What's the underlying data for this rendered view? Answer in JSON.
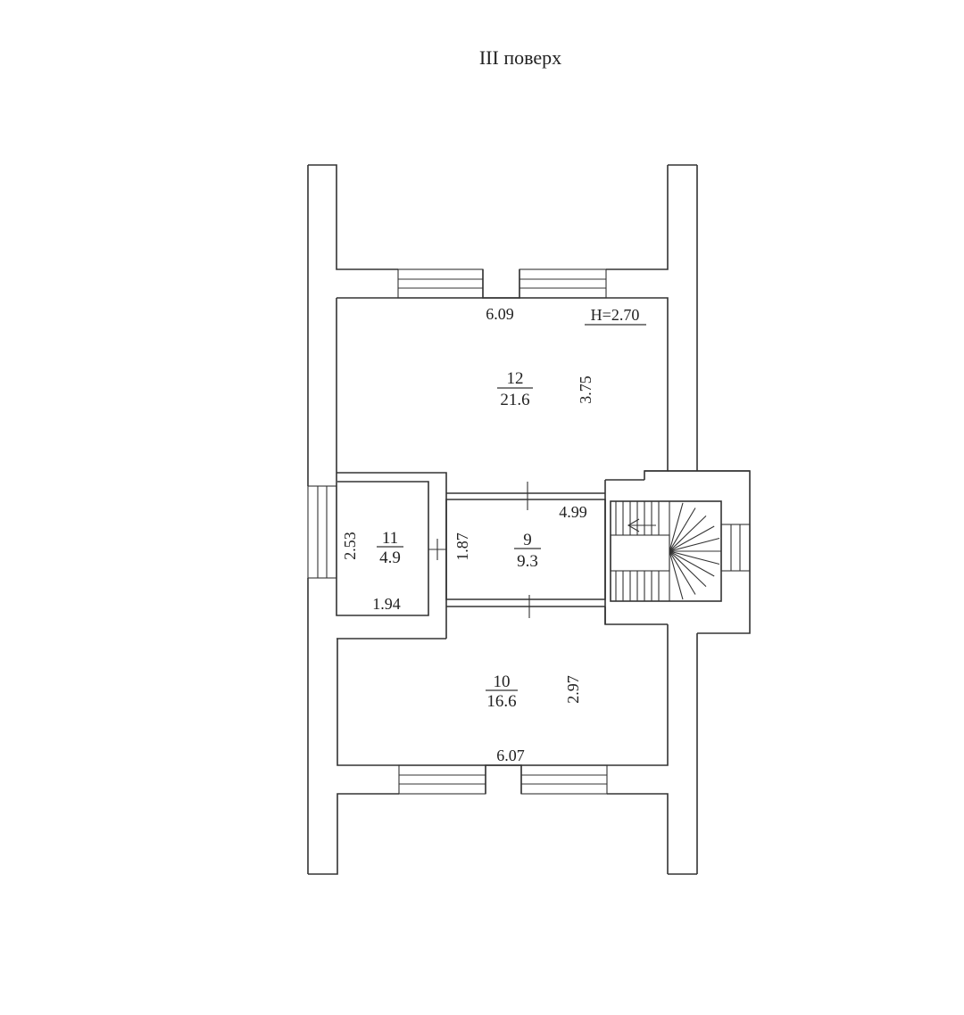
{
  "title": "III поверх",
  "height_label": "H=2.70",
  "rooms": [
    {
      "number": "12",
      "area": "21.6"
    },
    {
      "number": "11",
      "area": "4.9"
    },
    {
      "number": "9",
      "area": "9.3"
    },
    {
      "number": "10",
      "area": "16.6"
    }
  ],
  "dimensions": {
    "room12_width": "6.09",
    "room12_depth": "3.75",
    "room9_width": "4.99",
    "room9_depth": "1.87",
    "room11_depth": "2.53",
    "room11_width": "1.94",
    "room10_depth": "2.97",
    "room10_width": "6.07"
  },
  "stair_steps": 12
}
